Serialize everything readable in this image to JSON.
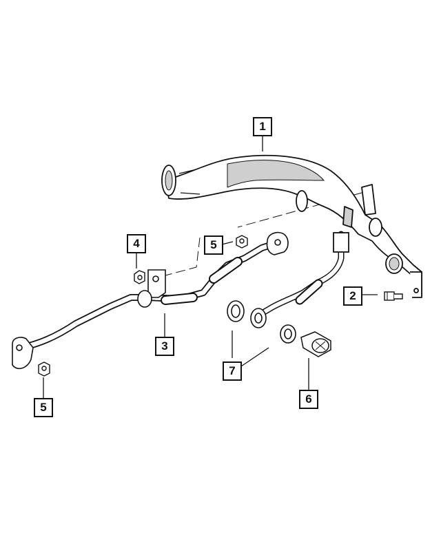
{
  "callouts": [
    {
      "id": "1",
      "label": "1"
    },
    {
      "id": "2",
      "label": "2"
    },
    {
      "id": "3",
      "label": "3"
    },
    {
      "id": "4",
      "label": "4"
    },
    {
      "id": "5a",
      "label": "5"
    },
    {
      "id": "5b",
      "label": "5"
    },
    {
      "id": "6",
      "label": "6"
    },
    {
      "id": "7",
      "label": "7"
    }
  ],
  "colors": {
    "line": "#111111",
    "fill": "#ffffff",
    "shade": "#cfcfcf"
  }
}
